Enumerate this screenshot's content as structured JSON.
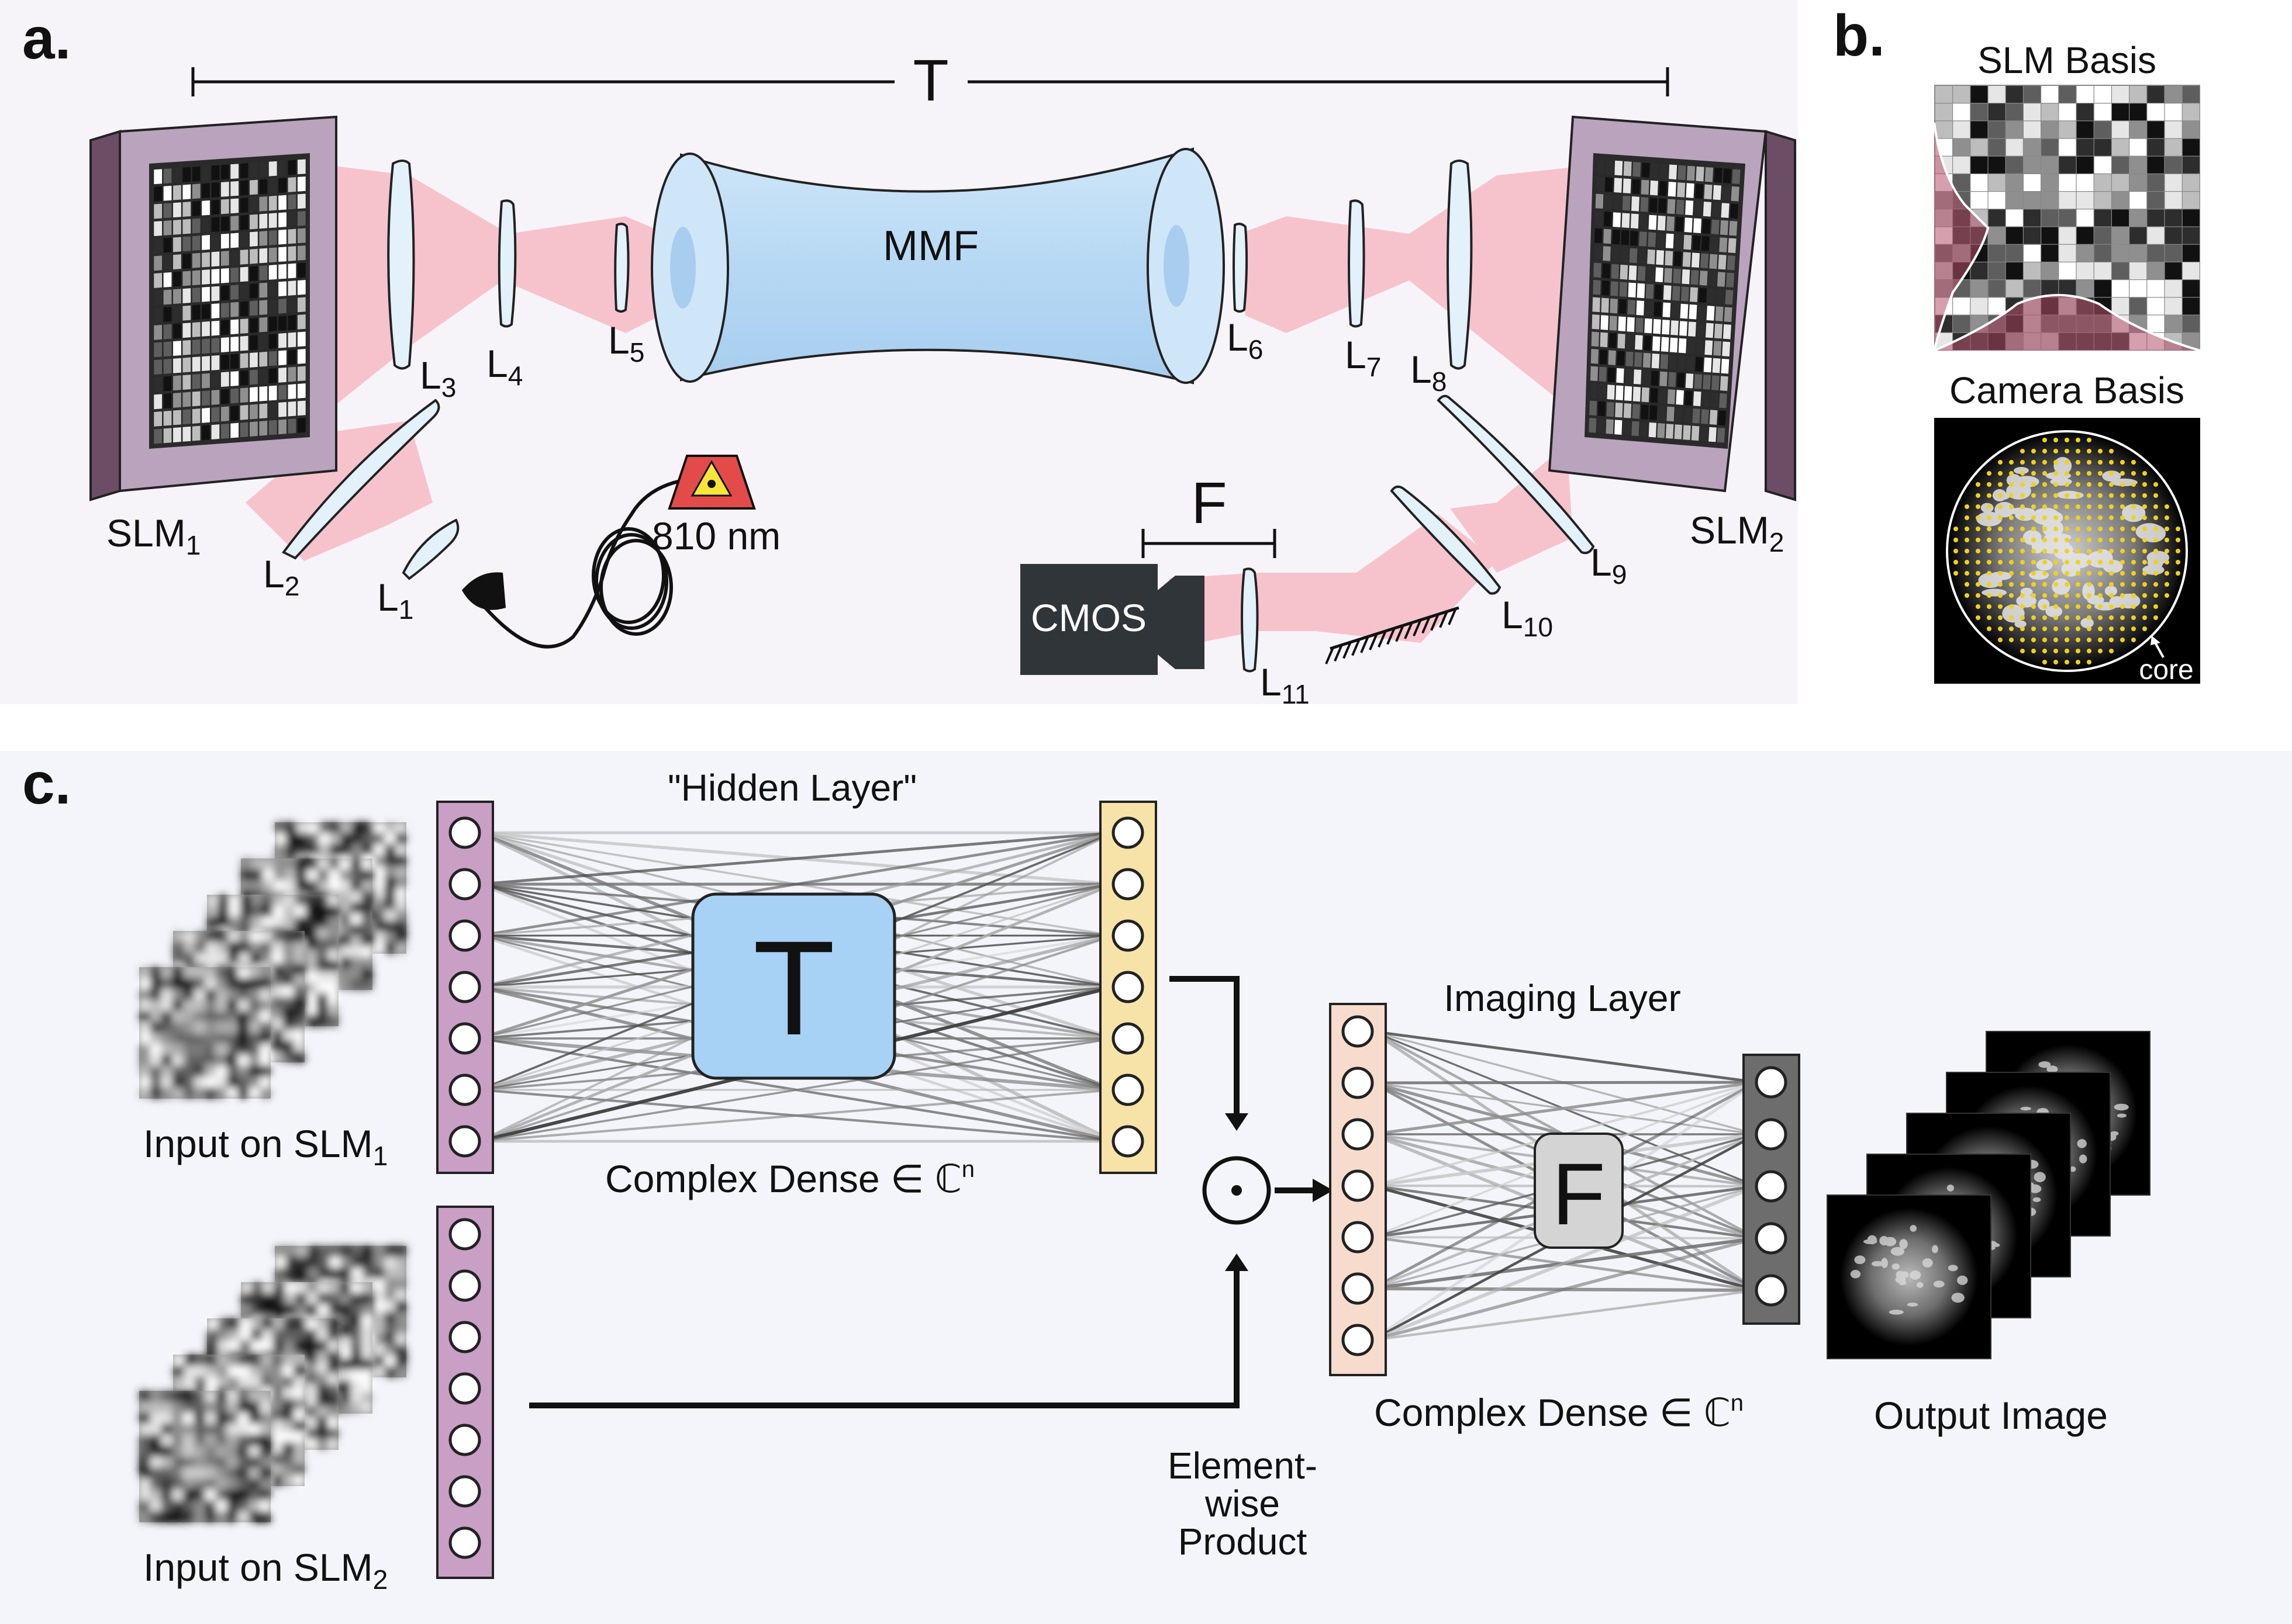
{
  "panels": {
    "a": {
      "letter": "a.",
      "transmission_label": "T",
      "fiber_label": "MMF",
      "slm1": {
        "name": "SLM",
        "sub": "1"
      },
      "slm2": {
        "name": "SLM",
        "sub": "2"
      },
      "lenses": [
        {
          "name": "L",
          "sub": "1"
        },
        {
          "name": "L",
          "sub": "2"
        },
        {
          "name": "L",
          "sub": "3"
        },
        {
          "name": "L",
          "sub": "4"
        },
        {
          "name": "L",
          "sub": "5"
        },
        {
          "name": "L",
          "sub": "6"
        },
        {
          "name": "L",
          "sub": "7"
        },
        {
          "name": "L",
          "sub": "8"
        },
        {
          "name": "L",
          "sub": "9"
        },
        {
          "name": "L",
          "sub": "10"
        },
        {
          "name": "L",
          "sub": "11"
        }
      ],
      "laser_label": "810 nm",
      "imaging_label": "F",
      "camera_label": "CMOS"
    },
    "b": {
      "letter": "b.",
      "slm_basis_title": "SLM Basis",
      "camera_basis_title": "Camera Basis",
      "core_label": "core"
    },
    "c": {
      "letter": "c.",
      "hidden_layer_title": "\"Hidden Layer\"",
      "t_label": "T",
      "complex_dense_1": "Complex Dense ∈ ℂ",
      "complex_dense_1_sup": "n",
      "input1": {
        "name": "Input on SLM",
        "sub": "1"
      },
      "input2": {
        "name": "Input on SLM",
        "sub": "2"
      },
      "product_symbol": "⊙",
      "product_label": [
        "Element-",
        "wise",
        "Product"
      ],
      "imaging_layer_title": "Imaging Layer",
      "f_label": "F",
      "complex_dense_2": "Complex Dense ∈ ℂ",
      "complex_dense_2_sup": "n",
      "output_label": "Output Image"
    }
  },
  "colors": {
    "beam": "#f6b3bd",
    "slm_frame": "#b9a3bd",
    "slm_frame_dark": "#6b4e66",
    "fiber": "#bcdcf5",
    "laser": "#e34b4b",
    "camera": "#2f3539",
    "input_layer": "#c99fc6",
    "hidden_layer": "#f7e3a8",
    "imaging_input_layer": "#f7dccd",
    "output_layer": "#6d6d6d",
    "t_box": "#a7d1f5",
    "f_box": "#d4d4d4"
  }
}
